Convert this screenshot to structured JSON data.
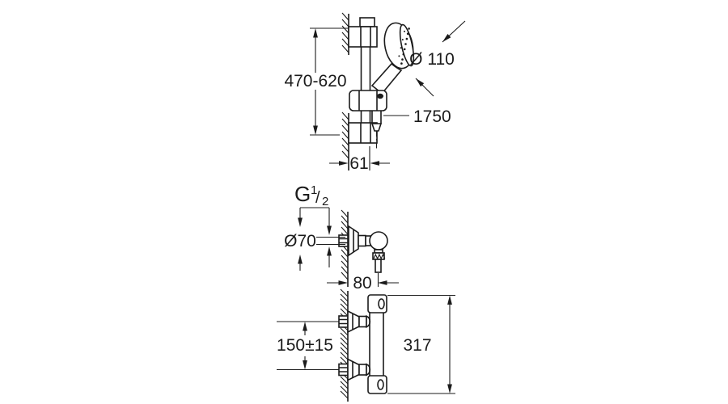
{
  "drawing": {
    "background": "#ffffff",
    "ink": "#1b1b1b",
    "title": "shower set technical dimension drawing",
    "views": {
      "shower_rail_set": {
        "label": "hand shower with sliding rail",
        "dims": {
          "rail_height": "470-620",
          "head_diameter": "Ø 110",
          "hose_length": "1750",
          "wall_to_rail": "61"
        }
      },
      "valve_side": {
        "label": "thermostatic valve side view",
        "thread": {
          "g": "G",
          "numerator": "1",
          "slash": "/",
          "denominator": "2"
        },
        "dims": {
          "escutcheon_diameter": "Ø70",
          "wall_to_outlet": "80"
        }
      },
      "valve_front": {
        "label": "thermostatic valve front view",
        "dims": {
          "connection_spacing": "150±15",
          "body_height": "317"
        }
      }
    }
  }
}
